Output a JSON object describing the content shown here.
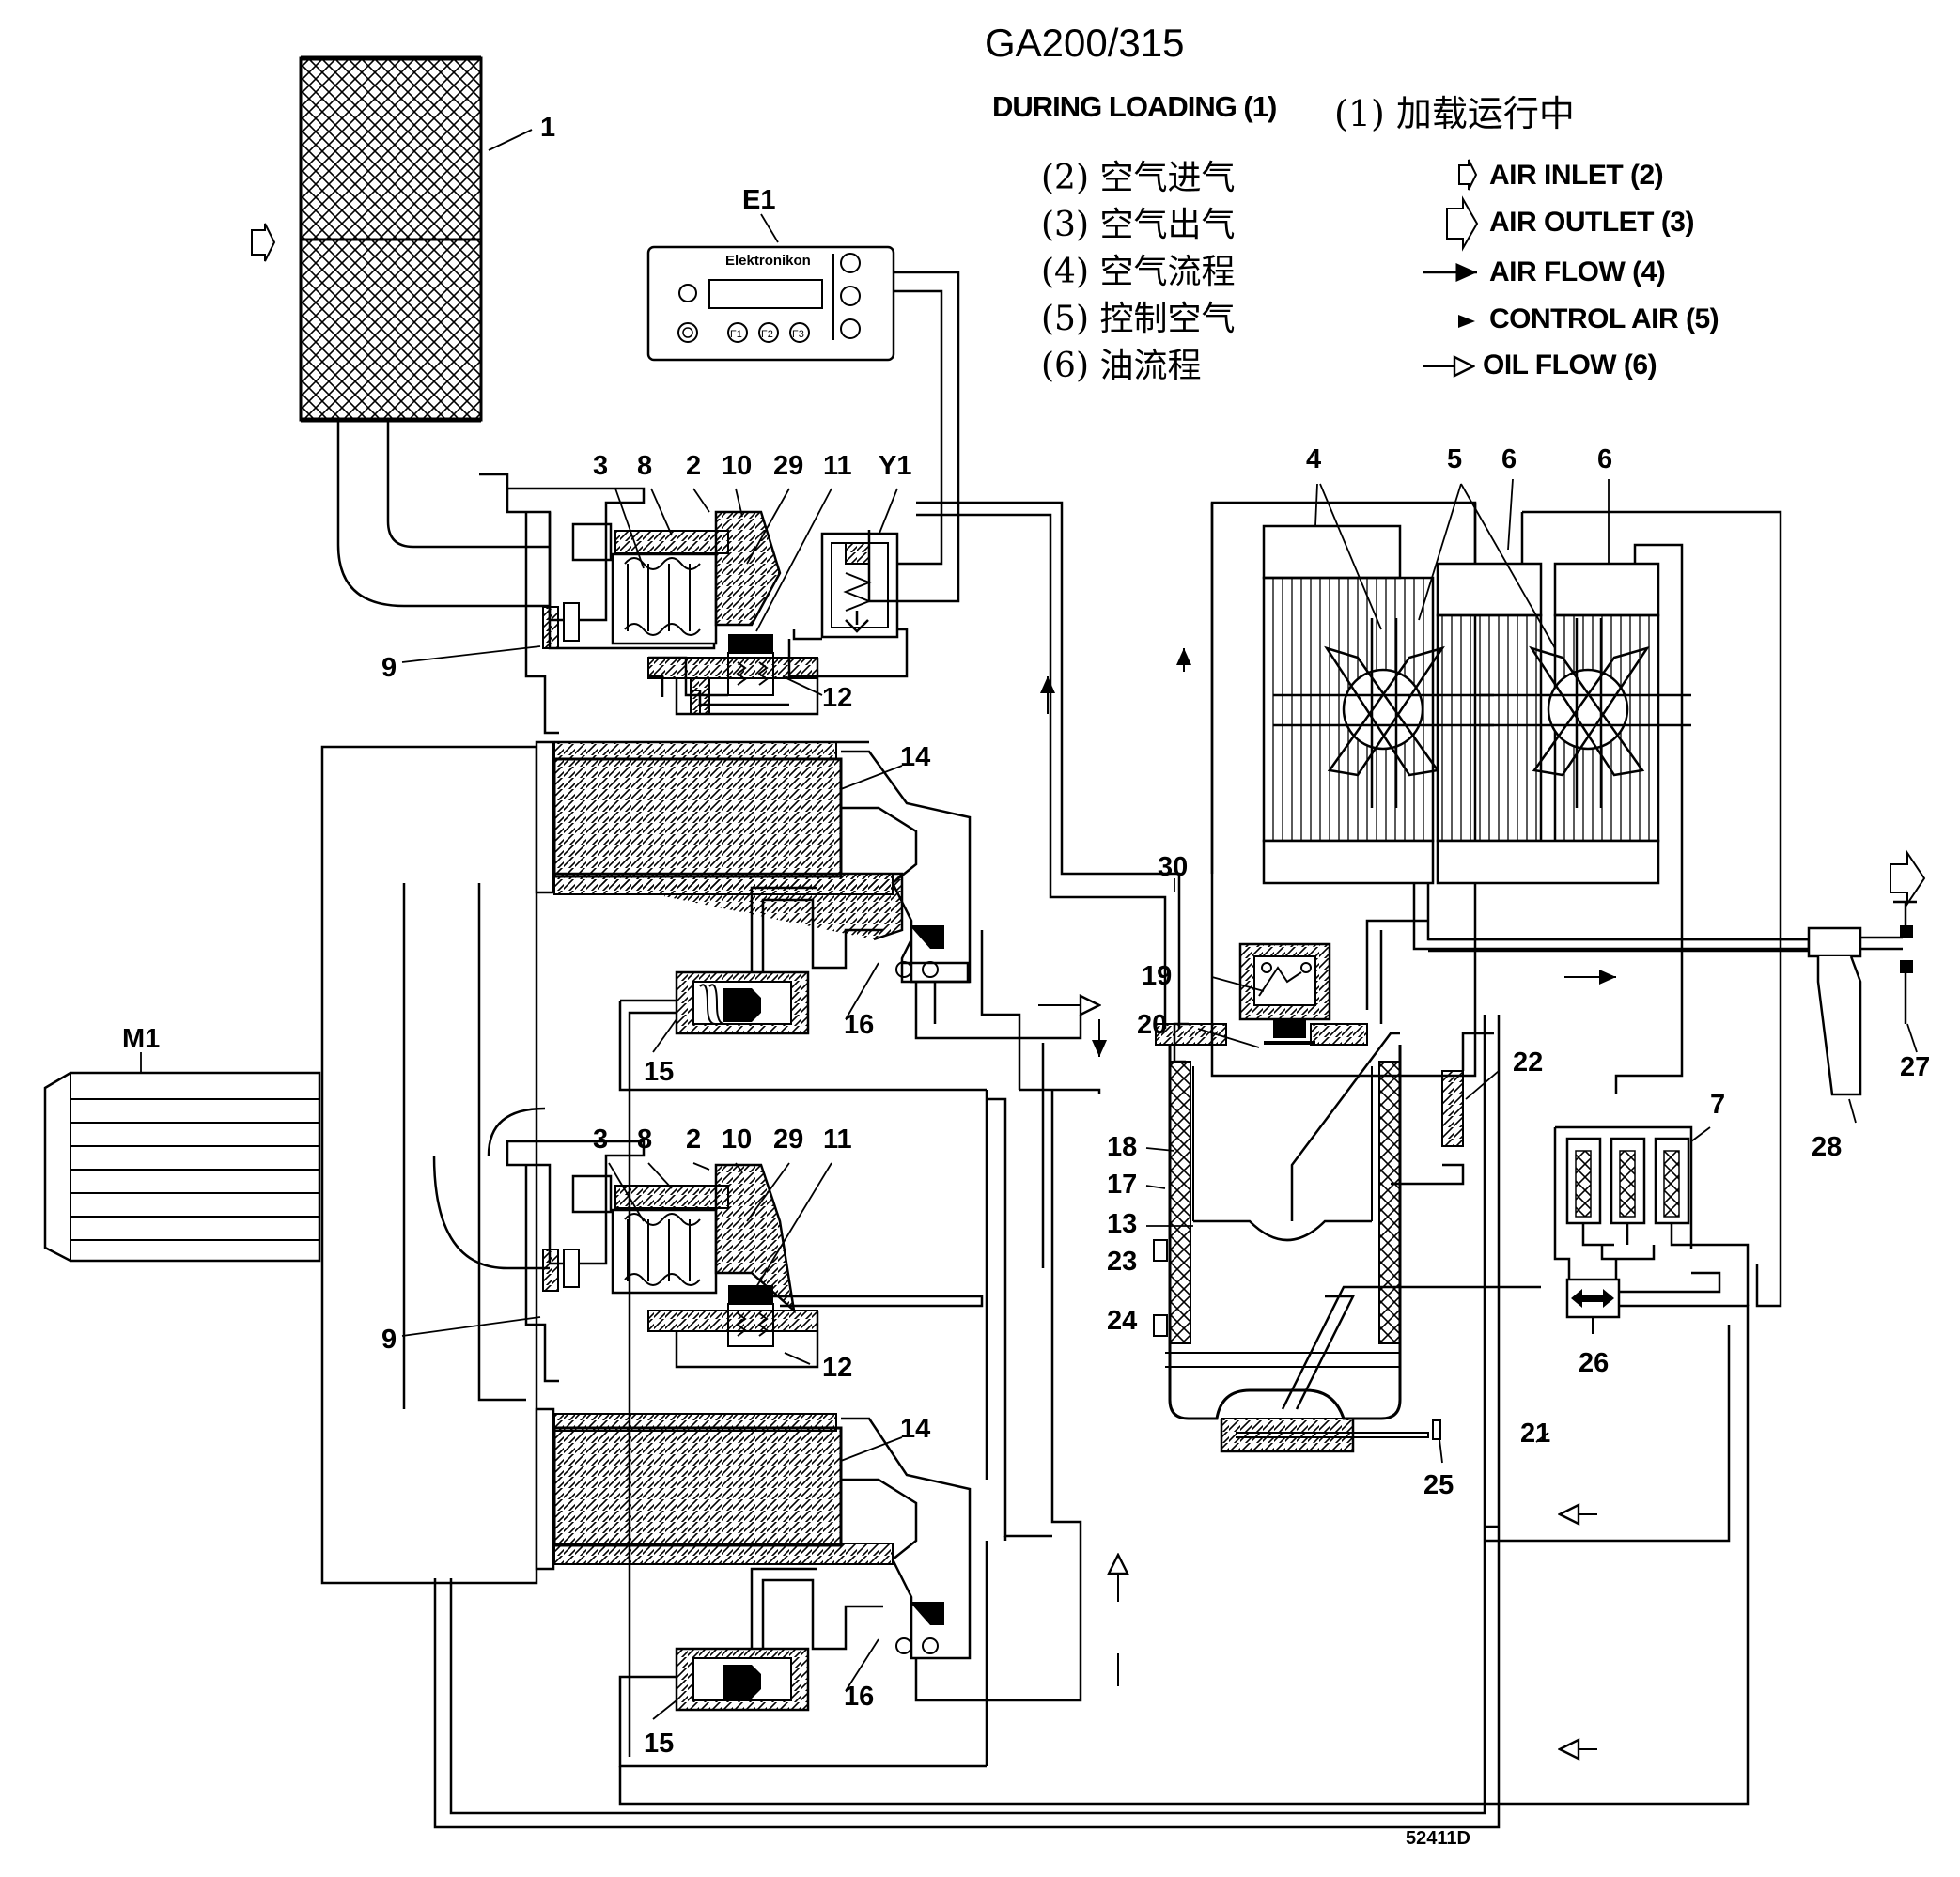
{
  "title": "GA200/315",
  "subtitle_en": "DURING LOADING (1)",
  "subtitle_zh": "(1) 加载运行中",
  "legend": [
    {
      "zh": "(2) 空气进气",
      "en": "AIR INLET (2)",
      "symbol": "hollow-arrow-small"
    },
    {
      "zh": "(3) 空气出气",
      "en": "AIR OUTLET (3)",
      "symbol": "hollow-arrow-large"
    },
    {
      "zh": "(4) 空气流程",
      "en": "AIR FLOW (4)",
      "symbol": "line-arrow"
    },
    {
      "zh": "(5) 控制空气",
      "en": "CONTROL AIR (5)",
      "symbol": "small-solid-arrow"
    },
    {
      "zh": "(6) 油流程",
      "en": "OIL FLOW (6)",
      "symbol": "line-hollow-arrow"
    }
  ],
  "controller": {
    "label": "E1",
    "brand": "Elektronikon",
    "keys": [
      "F1",
      "F2",
      "F3"
    ]
  },
  "labels": {
    "l1": "1",
    "E1": "E1",
    "M1": "M1",
    "Y1": "Y1",
    "n2": "2",
    "n3": "3",
    "n4": "4",
    "n5": "5",
    "n6": "6",
    "n7": "7",
    "n8": "8",
    "n9": "9",
    "n10": "10",
    "n11": "11",
    "n12": "12",
    "n13": "13",
    "n14": "14",
    "n15": "15",
    "n16": "16",
    "n17": "17",
    "n18": "18",
    "n19": "19",
    "n20": "20",
    "n21": "21",
    "n22": "22",
    "n23": "23",
    "n24": "24",
    "n25": "25",
    "n26": "26",
    "n27": "27",
    "n28": "28",
    "n29": "29",
    "n30": "30"
  },
  "reference": "52411D"
}
